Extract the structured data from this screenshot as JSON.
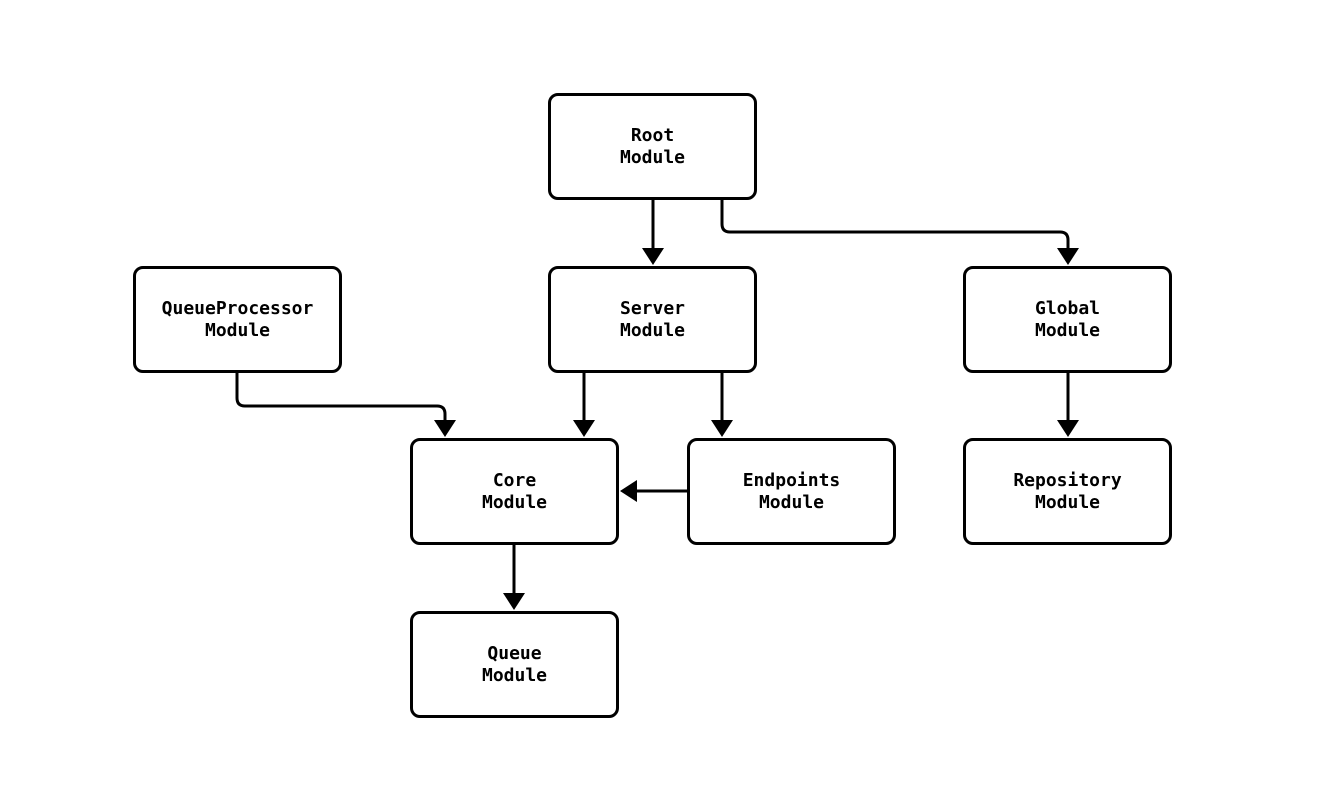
{
  "diagram": {
    "type": "module-dependency-graph",
    "background_color": "#ffffff",
    "stroke_color": "#000000",
    "node_fill_color": "#ffffff",
    "nodes": [
      {
        "id": "root",
        "label": "Root\nModule"
      },
      {
        "id": "queueprocessor",
        "label": "QueueProcessor\nModule"
      },
      {
        "id": "server",
        "label": "Server\nModule"
      },
      {
        "id": "global",
        "label": "Global\nModule"
      },
      {
        "id": "core",
        "label": "Core\nModule"
      },
      {
        "id": "endpoints",
        "label": "Endpoints\nModule"
      },
      {
        "id": "repository",
        "label": "Repository\nModule"
      },
      {
        "id": "queue",
        "label": "Queue\nModule"
      }
    ],
    "edges": [
      {
        "from": "root",
        "to": "server"
      },
      {
        "from": "root",
        "to": "global"
      },
      {
        "from": "queueprocessor",
        "to": "core"
      },
      {
        "from": "server",
        "to": "core"
      },
      {
        "from": "server",
        "to": "endpoints"
      },
      {
        "from": "endpoints",
        "to": "core"
      },
      {
        "from": "global",
        "to": "repository"
      },
      {
        "from": "core",
        "to": "queue"
      }
    ]
  }
}
